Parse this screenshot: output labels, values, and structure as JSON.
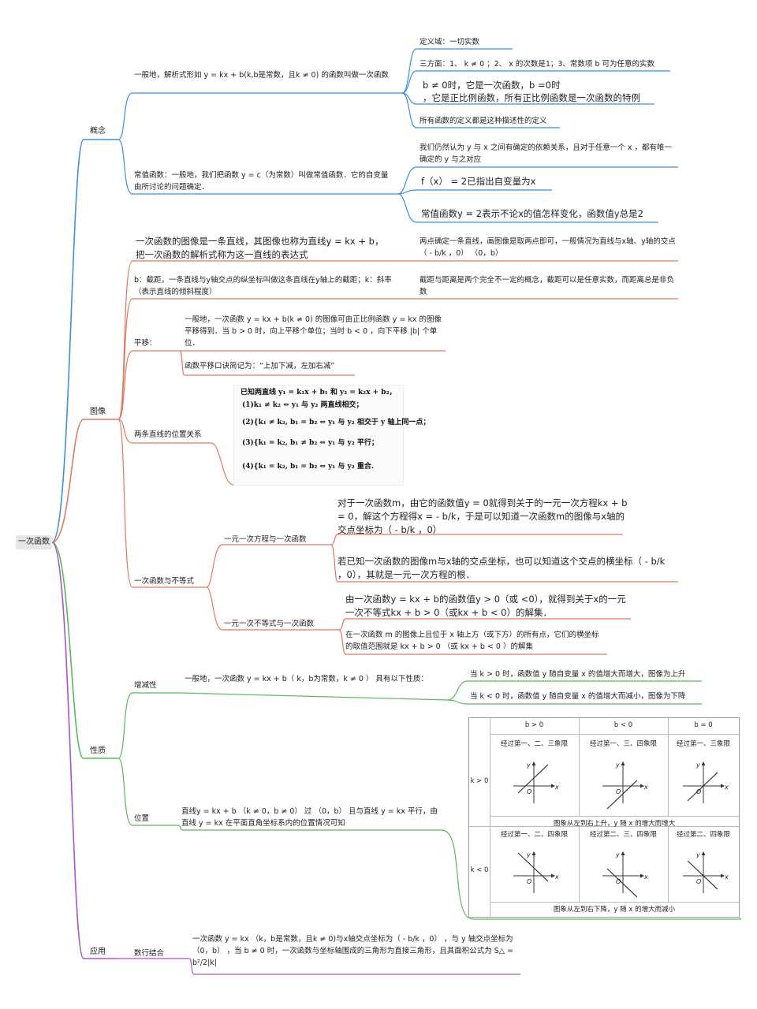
{
  "root": "一次函数",
  "branches": {
    "concept": "概念",
    "image": "图像",
    "nature": "性质",
    "application": "应用"
  },
  "concept": {
    "def": "一般地，解析式形如 y = kx + b(k,b是常数，且k ≠ 0) 的函数叫做一次函数",
    "def_children": [
      "定义域：一切实数",
      "三方面：1、 k ≠ 0 ；2、 x 的次数是1；3、常数项 b 可为任意的实数",
      "b ≠ 0时，它是一次函数，b =0时",
      "，它是正比例函数，所有正比例函数是一次函数的特例",
      "所有函数的定义都是这种描述性的定义"
    ],
    "const": "常值函数：一般地，我们把函数 y = c（为常数）叫做常值函数．它的自变量由所讨论的问题确定．",
    "const_children": [
      "我们仍然认为 y 与 x 之间有确定的依赖关系，且对于任意一个 x ，都有唯一确定的 y 与之对应",
      "f（x） = 2已指出自变量为x",
      "常值函数y = 2表示不论x的值怎样变化，函数值y总是2"
    ]
  },
  "image": {
    "line_def": "一次函数的图像是一条直线，其图像也称为直线y = kx + b，把一次函数的解析式称为这一直线的表达式",
    "line_def_child": "两点确定一条直线，画图像是取两点即可，一般情况为直线与x轴、y轴的交点 （ - b/k ，0） （0，b）",
    "intercept": "b：截距，一条直线与y轴交点的纵坐标叫做这条直线在y轴上的截距；k：斜率（表示直线的倾斜程度）",
    "intercept_child": "截距与距离是两个完全不一定的概念，截距可以是任意实数，而距离总是非负数",
    "translate": "平移：",
    "translate_children": [
      "一般地，一次函数 y = kx + b(k ≠ 0) 的图像可由正比例函数 y = kx 的图像平移得到．当 b > 0 时，向上平移个单位；当时 b < 0 ，向下平移 |b| 个单位．",
      "函数平移口诀简记为：“上加下减，左加右减”"
    ],
    "two_lines": "两条直线的位置关系",
    "two_lines_img": [
      "已知两直线 y₁ = k₁x + b₁ 和 y₂ = k₂x + b₂，",
      "(1)k₁ ≠ k₂ ⇔ y₁ 与 y₂ 两直线相交；",
      "(2){k₁ ≠ k₂, b₁ = b₂ ⇔ y₁ 与 y₂ 相交于 y 轴上同一点；",
      "(3){k₁ = k₂, b₁ ≠ b₂ ⇔ y₁ 与 y₂ 平行；",
      "(4){k₁ = k₂, b₁ = b₂ ⇔ y₁ 与 y₂ 重合."
    ],
    "ineq": "一次函数与不等式",
    "eq_label": "一元一次方程与一次函数",
    "eq_children": [
      "对于一次函数m，由它的函数值y = 0就得到关于的一元一次方程kx + b = 0，解这个方程得x = - b/k，于是可以知道一次函数m的图像与x轴的交点坐标为（ - b/k ，0）",
      "若已知一次函数的图像m与x轴的交点坐标，也可以知道这个交点的横坐标（ - b/k ，0），其就是一元一次方程的根．"
    ],
    "ineq_label": "一元一次不等式与一次函数",
    "ineq_children": [
      "由一次函数y = kx + b的函数值y > 0（或 <0），就得到关于x的一元一次不等式kx + b > 0（或kx + b < 0）的解集．",
      "在一次函数 m 的图像上且位于 x 轴上方（或下方）的所有点，它们的横坐标的取值范围就是 kx + b > 0 （或 kx + b < 0 ）的解集"
    ]
  },
  "nature": {
    "mono": "增减性",
    "mono_desc": "一般地，一次函数 y = kx + b（ k，b为常数，k ≠ 0 ） 具有以下性质：",
    "mono_children": [
      "当 k > 0 时，函数值 y 随自变量 x 的值增大而增大，图像为上升",
      "当 k < 0 时，函数值 y 随自变量 x 的值增大而减小，图像为下降"
    ],
    "pos": "位置",
    "pos_desc": "直线y = kx + b （k ≠ 0，b ≠ 0） 过 （0，b） 且与直线 y = kx 平行，由直线 y = kx 在平面直角坐标系内的位置情况可知",
    "table": {
      "cols": [
        "b > 0",
        "b < 0",
        "b = 0"
      ],
      "rows": [
        "k > 0",
        "k < 0"
      ],
      "k_pos": [
        "经过第一、二、三象限",
        "经过第一、三、四象限",
        "经过第一、三象限"
      ],
      "k_pos_summary": "图象从左到右上升，y 随 x 的增大而增大",
      "k_neg": [
        "经过第一、二、四象限",
        "经过第二、三、四象限",
        "经过第二、四象限"
      ],
      "k_neg_summary": "图象从左到右下降，y 随 x 的增大而减小",
      "axis_x": "x",
      "axis_y": "y",
      "origin": "O"
    }
  },
  "application": {
    "label": "数行结合",
    "text": "一次函数 y = kx （k，b是常数，且k ≠ 0)与x轴交点坐标为（ - b/k ，0） ，与 y 轴交点坐标为 （0，b） ，当 b ≠ 0 时，一次函数与坐标轴围成的三角形为直接三角形，且其面积公式为 S△ = b²/2|k|"
  },
  "colors": {
    "concept": "#3d8fd6",
    "image": "#e07a5f",
    "nature": "#5cb85c",
    "application": "#a855c8"
  }
}
